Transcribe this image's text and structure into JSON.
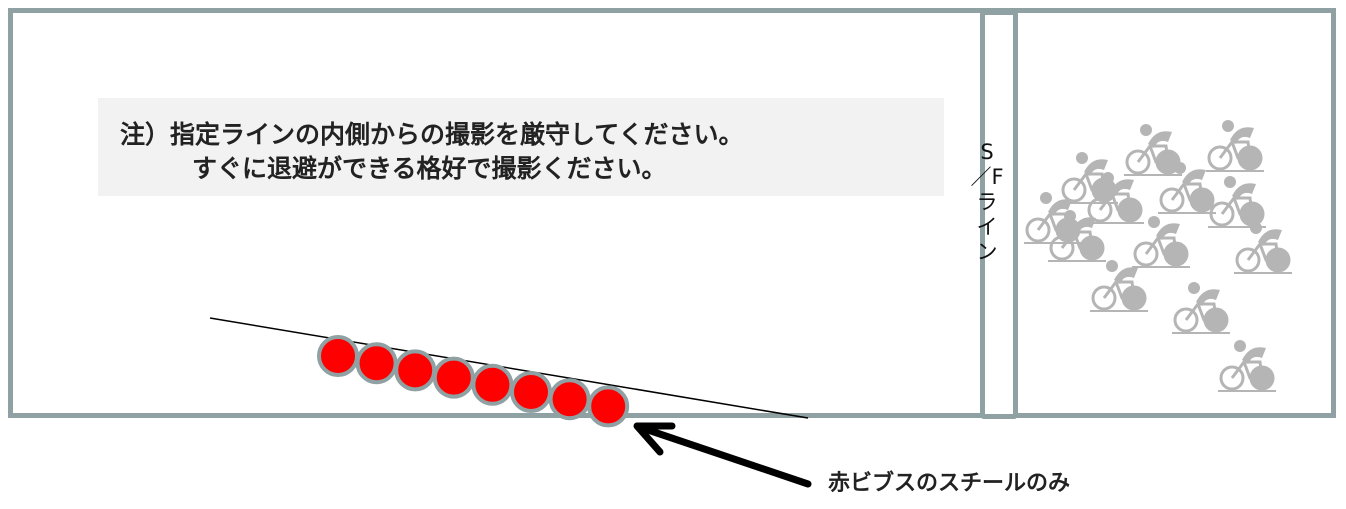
{
  "notice": {
    "line1": "注）指定ラインの内側からの撮影を厳守してください。",
    "line2": "すぐに退避ができる格好で撮影ください。"
  },
  "sf_line_label": "S／Fライン",
  "caption": "赤ビブスのスチールのみ",
  "photographer_count": 8,
  "cyclist_count": 13,
  "colors": {
    "border": "#8fa1a3",
    "marker_fill": "#ff0000",
    "marker_stroke": "#8fa1a3",
    "cyclist": "#b5b5b5",
    "notice_bg": "#f2f2f2"
  },
  "icons": {
    "photographer": "photographer-marker-icon",
    "cyclist": "cyclist-icon",
    "arrow": "arrow-icon"
  }
}
